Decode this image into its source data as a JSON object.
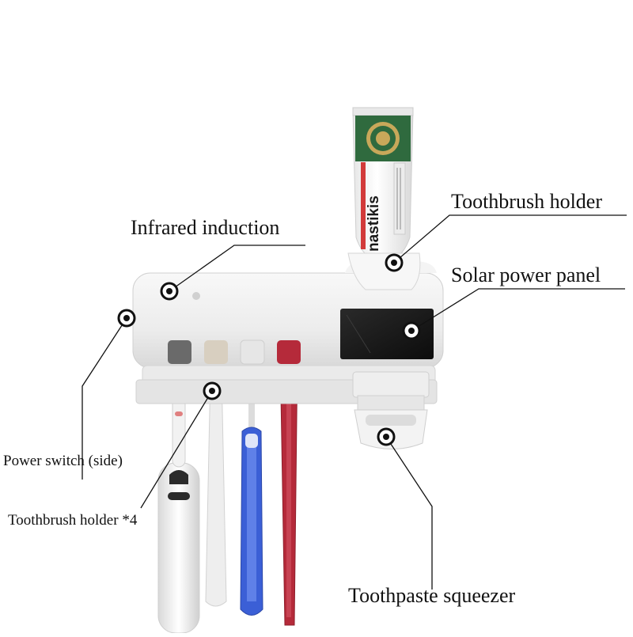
{
  "labels": {
    "infrared": "Infrared induction",
    "toothbrush_holder": "Toothbrush holder",
    "solar_panel": "Solar power panel",
    "power_switch": "Power switch (side)",
    "toothbrush_holder_4": "Toothbrush holder *4",
    "squeezer": "Toothpaste squeezer"
  },
  "toothpaste": {
    "brand": "nastikis",
    "colors": {
      "cap_band": "#2f6a3e",
      "stripe": "#d23a3a"
    }
  },
  "colors": {
    "housing": "#f2f2f2",
    "solar_panel": "#1a1a1a",
    "brush_blue": "#3b5fd6",
    "brush_red": "#b52a3a",
    "callout_line": "#111111"
  }
}
